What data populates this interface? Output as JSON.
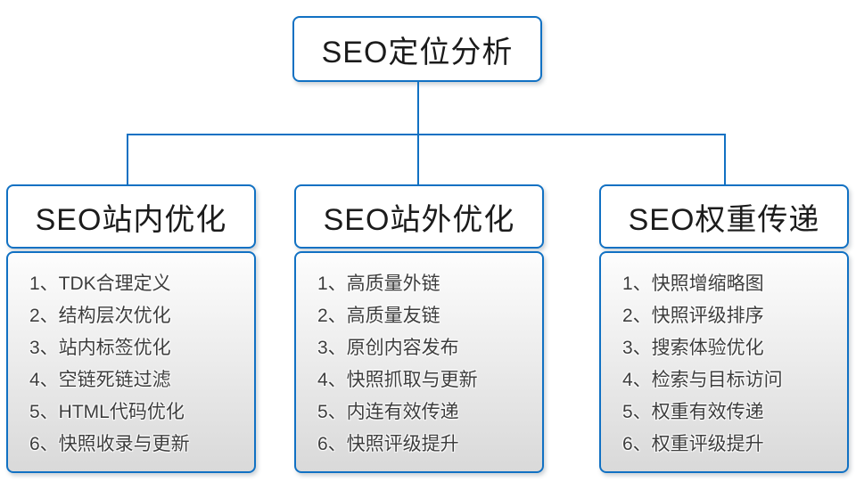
{
  "diagram": {
    "root": {
      "label": "SEO定位分析"
    },
    "branches": [
      {
        "title": "SEO站内优化",
        "items": [
          "1、TDK合理定义",
          "2、结构层次优化",
          "3、站内标签优化",
          "4、空链死链过滤",
          "5、HTML代码优化",
          "6、快照收录与更新"
        ]
      },
      {
        "title": "SEO站外优化",
        "items": [
          "1、高质量外链",
          "2、高质量友链",
          "3、原创内容发布",
          "4、快照抓取与更新",
          "5、内连有效传递",
          "6、快照评级提升"
        ]
      },
      {
        "title": "SEO权重传递",
        "items": [
          "1、快照增缩略图",
          "2、快照评级排序",
          "3、搜索体验优化",
          "4、检索与目标访问",
          "5、权重有效传递",
          "6、权重评级提升"
        ]
      }
    ],
    "colors": {
      "accent_line": "#1171c3",
      "header_text": "#1b1b1b",
      "item_text": "#3d3d3d",
      "body_gradient_top": "#fdfdfd",
      "body_gradient_bottom": "#d9d9d9"
    }
  }
}
